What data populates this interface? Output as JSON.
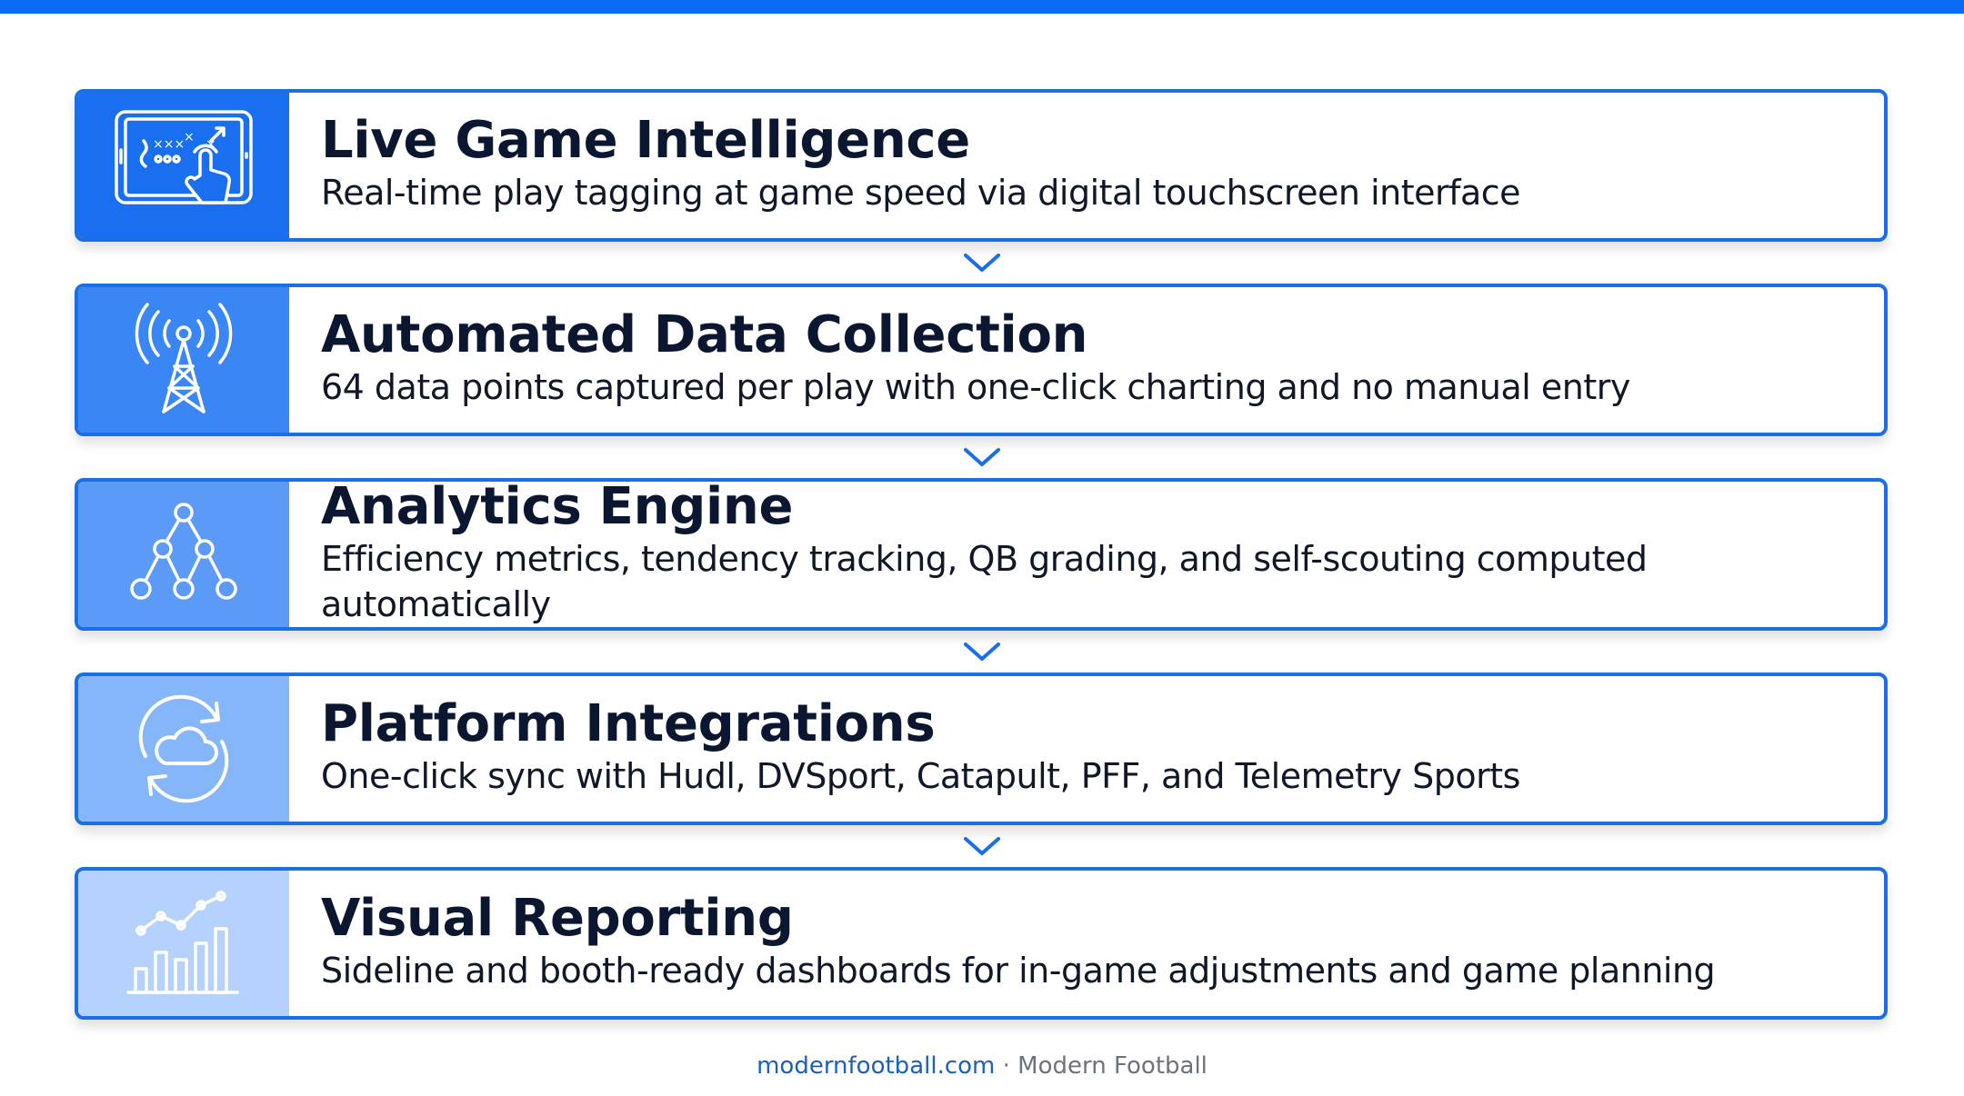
{
  "colors": {
    "top_bar": "#0a6cf2",
    "border": "#1a6fe6",
    "title_text": "#0b1730",
    "chevron": "#1a6fe6"
  },
  "steps": [
    {
      "title": "Live Game Intelligence",
      "description": "Real-time play tagging at game speed via digital touchscreen interface",
      "icon": "tablet-playbook-touch-icon",
      "panel_color": "#1a6ff0"
    },
    {
      "title": "Automated Data Collection",
      "description": "64 data points captured per play with one-click charting and no manual entry",
      "icon": "broadcast-tower-icon",
      "panel_color": "#3a86f5"
    },
    {
      "title": "Analytics Engine",
      "description": "Efficiency metrics, tendency tracking, QB grading, and self-scouting computed automatically",
      "icon": "hierarchy-network-icon",
      "panel_color": "#5b9bf7"
    },
    {
      "title": "Platform Integrations",
      "description": "One-click sync with Hudl, DVSport, Catapult, PFF, and Telemetry Sports",
      "icon": "cloud-sync-icon",
      "panel_color": "#86b6fa"
    },
    {
      "title": "Visual Reporting",
      "description": "Sideline and booth-ready dashboards for in-game adjustments and game planning",
      "icon": "bar-line-chart-icon",
      "panel_color": "#b4d2fd"
    }
  ],
  "footer": {
    "domain": "modernfootball.com",
    "separator": " · ",
    "brand": "Modern Football"
  }
}
